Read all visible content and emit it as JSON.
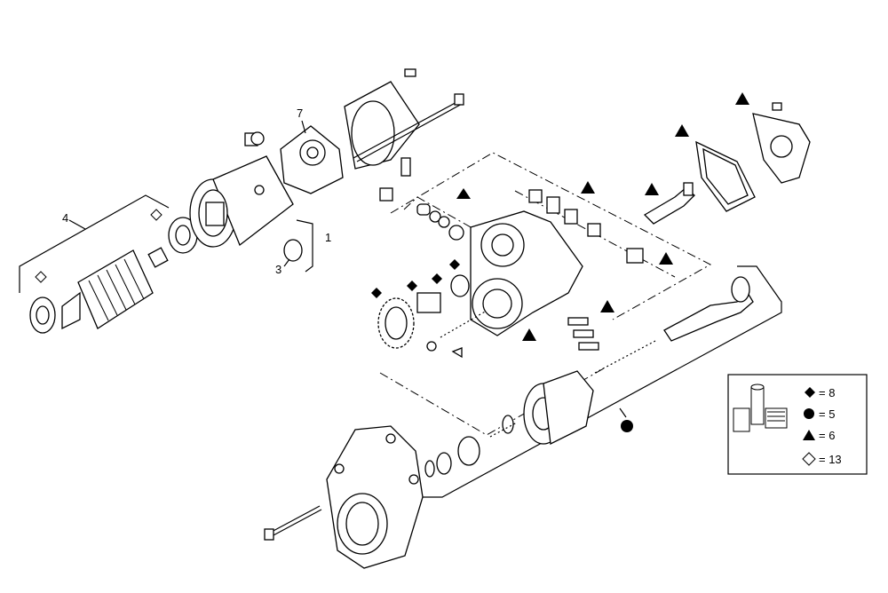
{
  "callouts": {
    "c1": "1",
    "c3": "3",
    "c4": "4",
    "c7": "7"
  },
  "legend": [
    {
      "symbol": "diamond-filled",
      "text": "= 8"
    },
    {
      "symbol": "circle-filled",
      "text": "= 5"
    },
    {
      "symbol": "triangle-filled",
      "text": "= 6"
    },
    {
      "symbol": "diamond-open",
      "text": "= 13"
    }
  ],
  "colors": {
    "ink": "#000000",
    "paper": "#ffffff"
  }
}
